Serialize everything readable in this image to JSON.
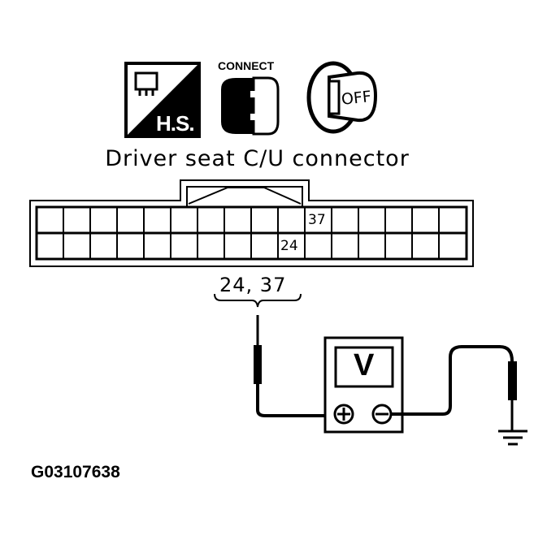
{
  "icons": {
    "hs_label": "H.S.",
    "connect_label": "CONNECT",
    "ignition_label": "OFF"
  },
  "title": "Driver seat C/U connector",
  "connector": {
    "rows": 2,
    "columns": 16,
    "pins": [
      {
        "label": "37",
        "row": 1,
        "column": 11
      },
      {
        "label": "24",
        "row": 2,
        "column": 10
      }
    ]
  },
  "probe_label": "24, 37",
  "meter": {
    "display": "V",
    "positive": "+",
    "negative": "−"
  },
  "figure_code": "G03107638"
}
